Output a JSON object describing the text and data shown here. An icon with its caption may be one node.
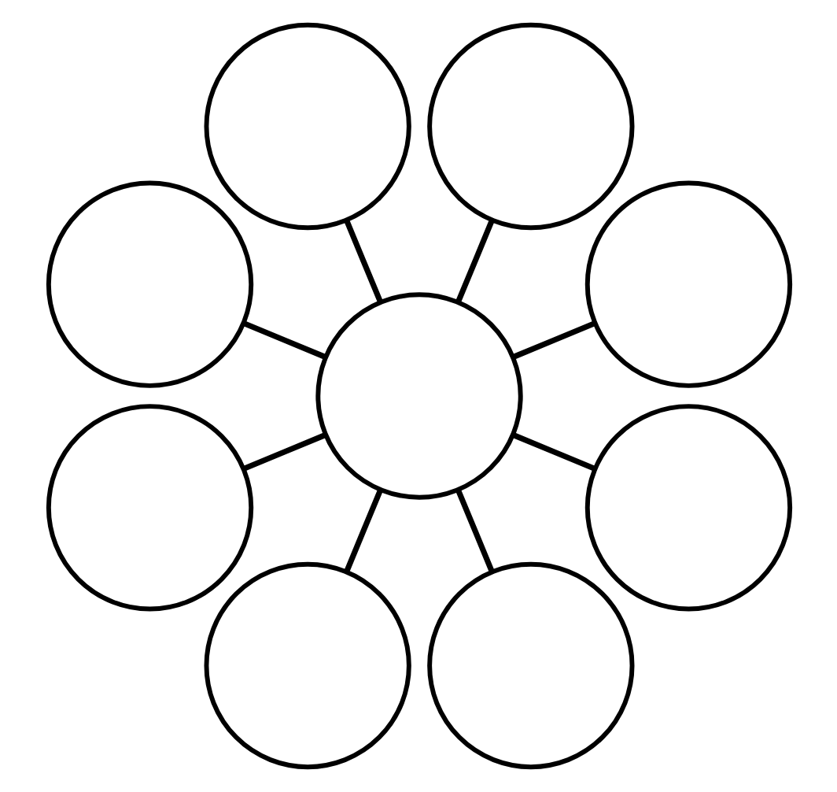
{
  "diagram": {
    "nodes": [
      {
        "text": [],
        "shape": "circle"
      },
      {
        "text": [],
        "shape": "circle"
      },
      {
        "text": [],
        "shape": "circle"
      },
      {
        "text": [],
        "shape": "circle"
      },
      {
        "text": [],
        "shape": "circle"
      },
      {
        "text": [],
        "shape": "circle"
      },
      {
        "text": [],
        "shape": "circle"
      },
      {
        "text": [],
        "shape": "circle"
      },
      {
        "text": [],
        "shape": "circle"
      }
    ],
    "edges": [
      {
        "from": 4,
        "to": 0,
        "arrow": "none"
      },
      {
        "from": 4,
        "to": 2,
        "arrow": "none"
      },
      {
        "from": 4,
        "to": 5,
        "arrow": "none"
      },
      {
        "from": 4,
        "to": 7,
        "arrow": "none"
      },
      {
        "from": 4,
        "to": 8,
        "arrow": "none"
      },
      {
        "from": 4,
        "to": 6,
        "arrow": "none"
      },
      {
        "from": 4,
        "to": 3,
        "arrow": "none"
      },
      {
        "from": 4,
        "to": 1,
        "arrow": "none"
      }
    ]
  }
}
